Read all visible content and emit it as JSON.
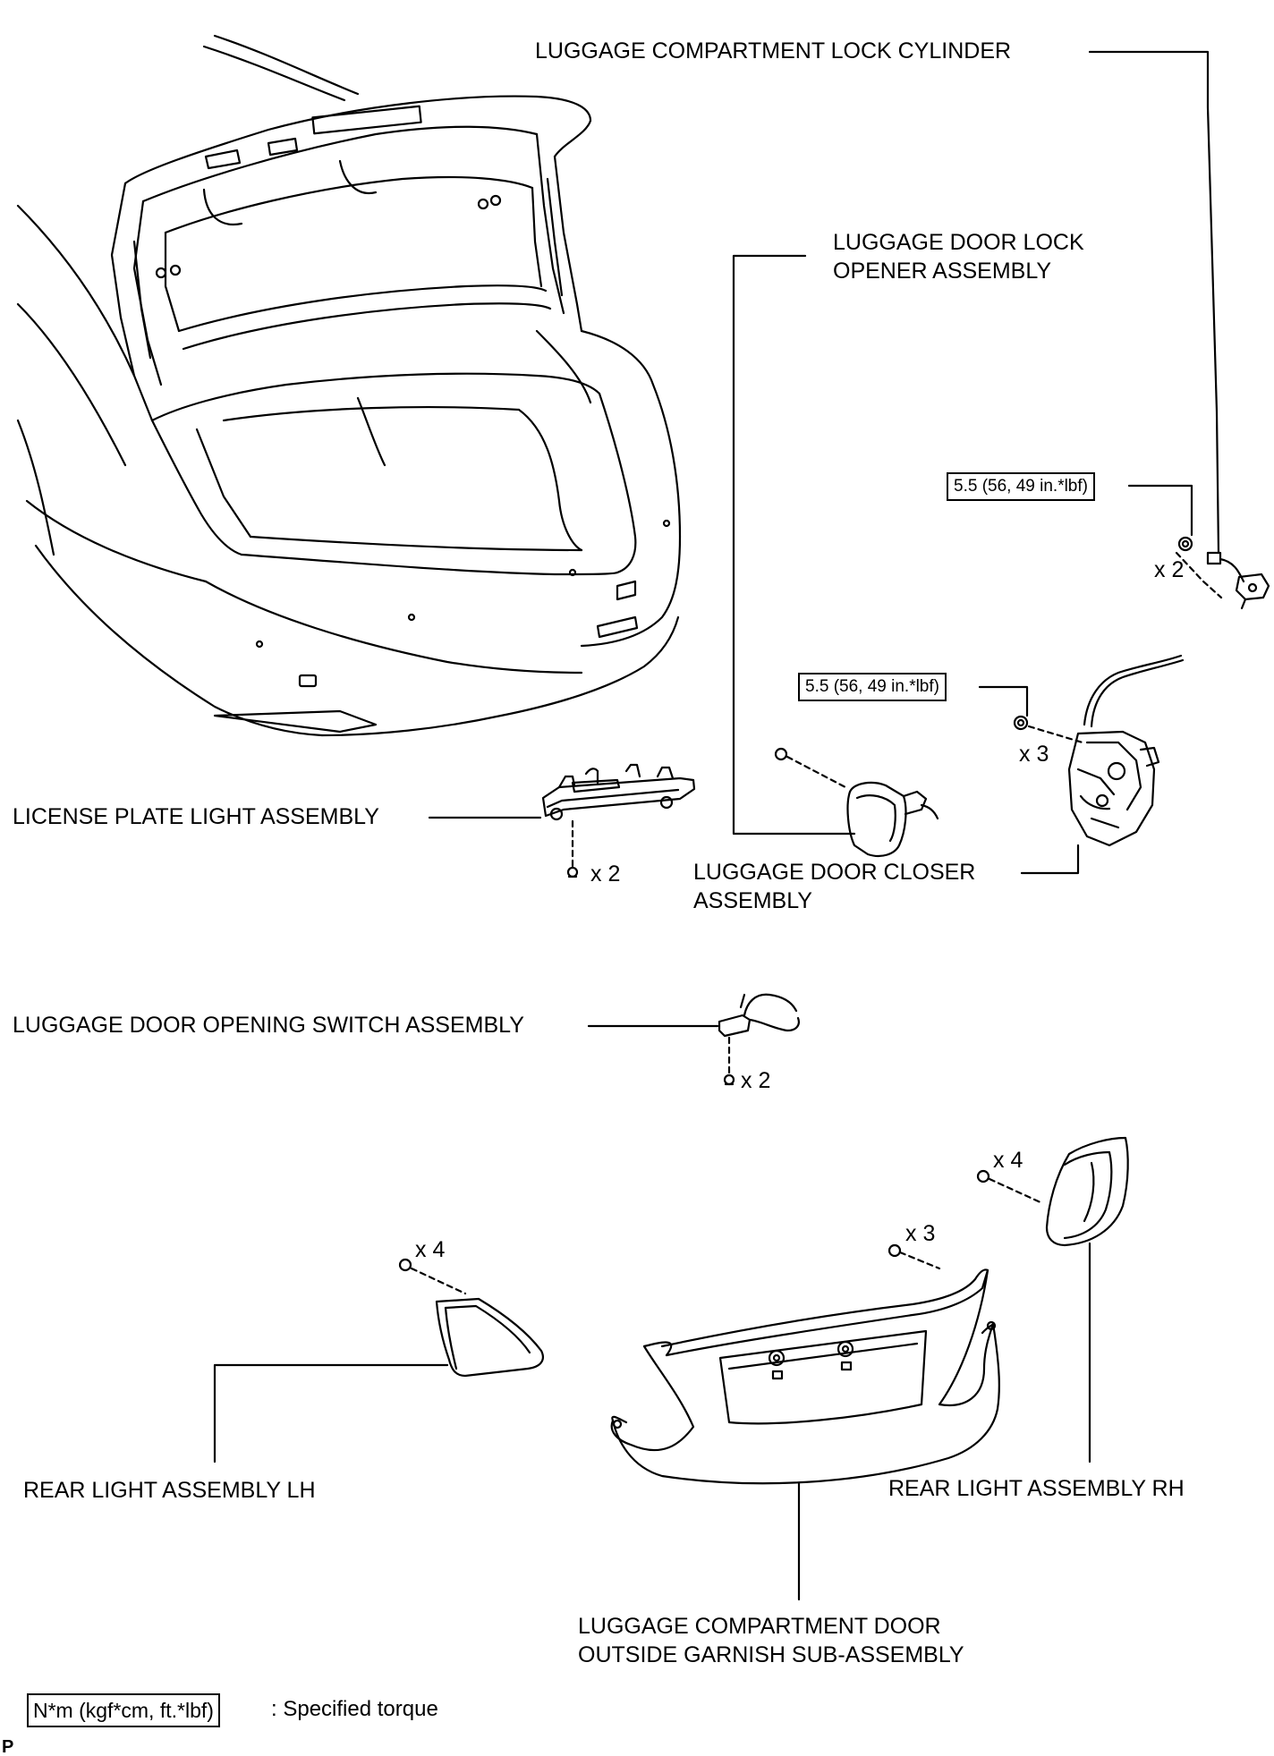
{
  "labels": {
    "lock_cylinder": "LUGGAGE COMPARTMENT LOCK CYLINDER",
    "lock_opener_l1": "LUGGAGE DOOR LOCK",
    "lock_opener_l2": "OPENER ASSEMBLY",
    "license_light": "LICENSE PLATE LIGHT ASSEMBLY",
    "door_closer_l1": "LUGGAGE DOOR CLOSER",
    "door_closer_l2": "ASSEMBLY",
    "opening_switch": "LUGGAGE DOOR OPENING SWITCH ASSEMBLY",
    "rear_light_lh": "REAR LIGHT ASSEMBLY LH",
    "rear_light_rh": "REAR LIGHT ASSEMBLY RH",
    "garnish_l1": "LUGGAGE COMPARTMENT DOOR",
    "garnish_l2": "OUTSIDE GARNISH SUB-ASSEMBLY"
  },
  "torques": {
    "lock_cylinder": "5.5 (56, 49 in.*lbf)",
    "door_closer": "5.5 (56, 49 in.*lbf)"
  },
  "quantities": {
    "lock_cylinder": "x 2",
    "door_closer": "x 3",
    "license_light": "x 2",
    "opening_switch": "x 2",
    "rear_light_rh": "x 4",
    "rear_light_lh": "x 4",
    "garnish": "x 3"
  },
  "legend": {
    "box": "N*m (kgf*cm, ft.*lbf)",
    "text": ": Specified torque"
  },
  "corner_mark": "P"
}
